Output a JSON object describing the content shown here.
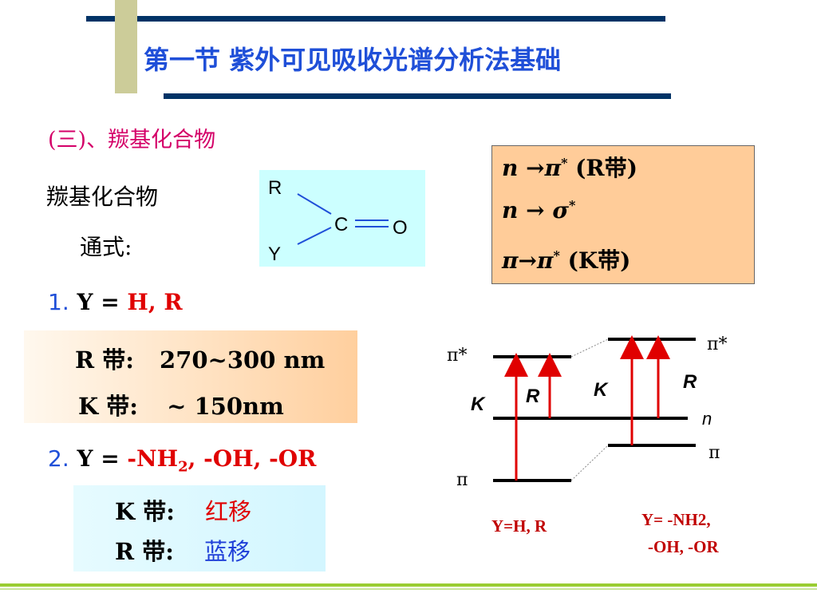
{
  "title": "第一节  紫外可见吸收光谱分析法基础",
  "section_heading": "(三)、羰基化合物",
  "labels": {
    "compound": "羰基化合物",
    "formula": "通式:"
  },
  "structure": {
    "r": "R",
    "y": "Y",
    "c": "C",
    "o": "O"
  },
  "transitions": {
    "line1": {
      "a": "n →π",
      "sup": "*",
      "b": "  (R带)"
    },
    "line2": {
      "a": "n → σ",
      "sup": "*",
      "b": ""
    },
    "line3": {
      "a": "π→π",
      "sup": "*",
      "b": " (K带)"
    }
  },
  "case1": {
    "num": "1.",
    "y_prefix": " Y = ",
    "y_value": "H, R",
    "r_band": {
      "label": "R 带:",
      "value": "270~300 nm"
    },
    "k_band": {
      "label": "K 带:",
      "value": "~ 150nm"
    }
  },
  "case2": {
    "num": "2.",
    "y_prefix": " Y = ",
    "y_value_pre": "-NH",
    "y_value_sub": "2",
    "y_value_post": ", -OH, -OR",
    "k_band": {
      "label": "K 带:",
      "value": "红移"
    },
    "r_band": {
      "label": "R 带:",
      "value": "蓝移"
    }
  },
  "diagram": {
    "left": {
      "pi_star": "π*",
      "pi": "π",
      "k": "K",
      "r": "R",
      "caption": "Y=H, R"
    },
    "right": {
      "pi_star": "π*",
      "n": "n",
      "pi": "π",
      "k": "K",
      "r": "R",
      "caption_line1": "Y= -NH2,",
      "caption_line2": "-OH, -OR"
    }
  },
  "colors": {
    "title": "#1f4fd8",
    "section": "#d40068",
    "accent_red": "#e00000",
    "blue_shift": "#1f3fd8",
    "title_bars": "#003366",
    "info_box": "#ffcc99"
  }
}
